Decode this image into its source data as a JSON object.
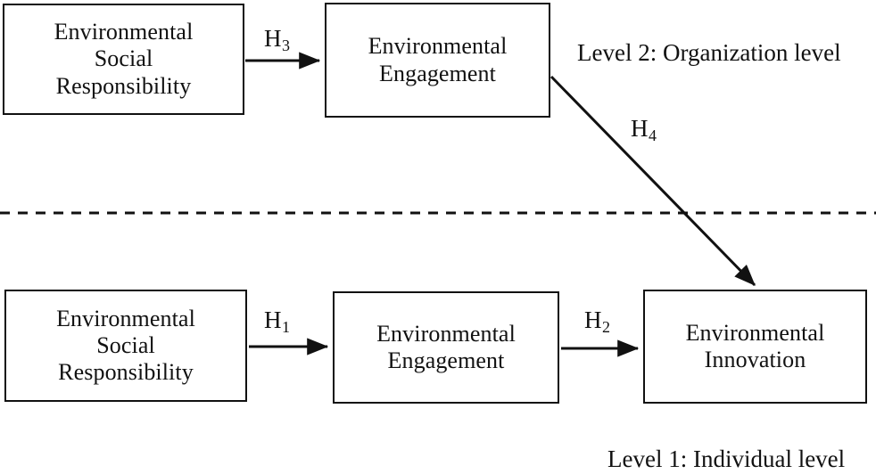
{
  "diagram": {
    "title_present": false,
    "background_color": "#ffffff",
    "stroke_color": "#111111",
    "nodes": [
      {
        "id": "esr-top",
        "label": "Environmental\nSocial\nResponsibility",
        "level": "Level 2"
      },
      {
        "id": "ee-top",
        "label": "Environmental\nEngagement",
        "level": "Level 2"
      },
      {
        "id": "esr-bottom",
        "label": "Environmental\nSocial\nResponsibility",
        "level": "Level 1"
      },
      {
        "id": "ee-bottom",
        "label": "Environmental\nEngagement",
        "level": "Level 1"
      },
      {
        "id": "ei-bottom",
        "label": "Environmental\nInnovation",
        "level": "Level 1"
      }
    ],
    "edges": [
      {
        "id": "h3",
        "hypothesis": "H",
        "subscript": "3",
        "from": "esr-top",
        "to": "ee-top"
      },
      {
        "id": "h1",
        "hypothesis": "H",
        "subscript": "1",
        "from": "esr-bottom",
        "to": "ee-bottom"
      },
      {
        "id": "h2",
        "hypothesis": "H",
        "subscript": "2",
        "from": "ee-bottom",
        "to": "ei-bottom"
      },
      {
        "id": "h4",
        "hypothesis": "H",
        "subscript": "4",
        "from": "ee-top",
        "to": "ei-bottom"
      }
    ],
    "level_labels": {
      "level2": "Level 2: Organization level",
      "level1": "Level 1: Individual level"
    },
    "divider": {
      "style": "dashed",
      "orientation": "horizontal"
    }
  }
}
